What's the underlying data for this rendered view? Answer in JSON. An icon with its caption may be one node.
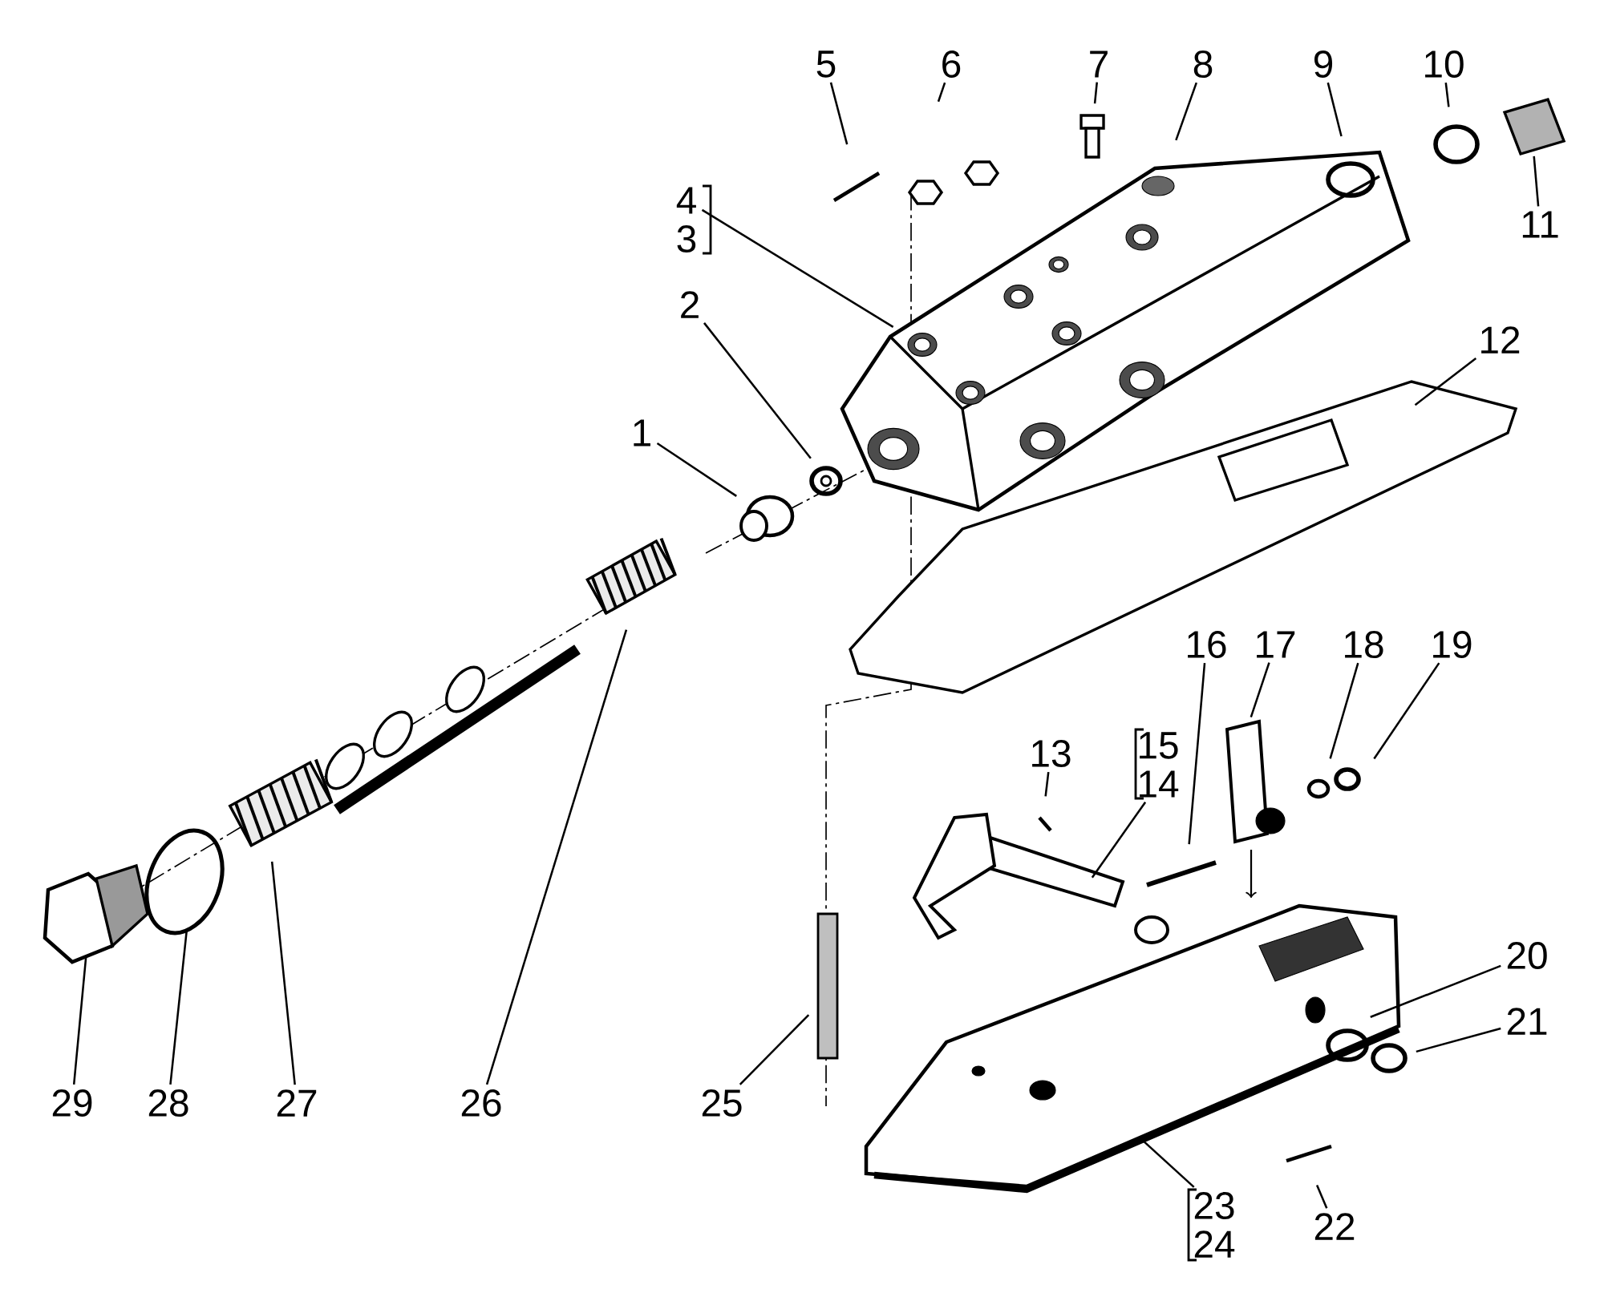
{
  "diagram": {
    "nodes": [
      {
        "text": [
          "5"
        ]
      },
      {
        "text": [
          "6"
        ]
      },
      {
        "text": [
          "7"
        ]
      },
      {
        "text": [
          "8"
        ]
      },
      {
        "text": [
          "9"
        ]
      },
      {
        "text": [
          "10"
        ]
      },
      {
        "text": [
          "11"
        ]
      },
      {
        "text": [
          "4"
        ]
      },
      {
        "text": [
          "3"
        ]
      },
      {
        "text": [
          "2"
        ]
      },
      {
        "text": [
          "12"
        ]
      },
      {
        "text": [
          "1"
        ]
      },
      {
        "text": [
          "16"
        ]
      },
      {
        "text": [
          "17"
        ]
      },
      {
        "text": [
          "18"
        ]
      },
      {
        "text": [
          "19"
        ]
      },
      {
        "text": [
          "15"
        ]
      },
      {
        "text": [
          "13"
        ]
      },
      {
        "text": [
          "14"
        ]
      },
      {
        "text": [
          "20"
        ]
      },
      {
        "text": [
          "21"
        ]
      },
      {
        "text": [
          "25"
        ]
      },
      {
        "text": [
          "29"
        ]
      },
      {
        "text": [
          "28"
        ]
      },
      {
        "text": [
          "27"
        ]
      },
      {
        "text": [
          "26"
        ]
      },
      {
        "text": [
          "23"
        ]
      },
      {
        "text": [
          "24"
        ]
      },
      {
        "text": [
          "22"
        ]
      }
    ],
    "edges": [
      {
        "from": 0,
        "to": null,
        "arrow": "none"
      },
      {
        "from": 1,
        "to": null,
        "arrow": "none"
      },
      {
        "from": 2,
        "to": null,
        "arrow": "none"
      },
      {
        "from": 3,
        "to": null,
        "arrow": "none"
      },
      {
        "from": 4,
        "to": null,
        "arrow": "none"
      },
      {
        "from": 5,
        "to": null,
        "arrow": "none"
      },
      {
        "from": 6,
        "to": null,
        "arrow": "none"
      },
      {
        "from": 7,
        "to": null,
        "arrow": "none"
      },
      {
        "from": 9,
        "to": null,
        "arrow": "none"
      },
      {
        "from": 10,
        "to": null,
        "arrow": "none"
      },
      {
        "from": 11,
        "to": null,
        "arrow": "none"
      },
      {
        "from": 12,
        "to": null,
        "arrow": "none"
      },
      {
        "from": 13,
        "to": null,
        "arrow": "none"
      },
      {
        "from": 14,
        "to": null,
        "arrow": "none"
      },
      {
        "from": 15,
        "to": null,
        "arrow": "none"
      },
      {
        "from": 17,
        "to": null,
        "arrow": "none"
      },
      {
        "from": 18,
        "to": null,
        "arrow": "none"
      },
      {
        "from": 19,
        "to": null,
        "arrow": "none"
      },
      {
        "from": 20,
        "to": null,
        "arrow": "none"
      },
      {
        "from": 21,
        "to": null,
        "arrow": "none"
      },
      {
        "from": 22,
        "to": null,
        "arrow": "none"
      },
      {
        "from": 23,
        "to": null,
        "arrow": "none"
      },
      {
        "from": 24,
        "to": null,
        "arrow": "none"
      },
      {
        "from": 25,
        "to": null,
        "arrow": "none"
      },
      {
        "from": 26,
        "to": null,
        "arrow": "none"
      },
      {
        "from": 28,
        "to": null,
        "arrow": "none"
      }
    ]
  }
}
